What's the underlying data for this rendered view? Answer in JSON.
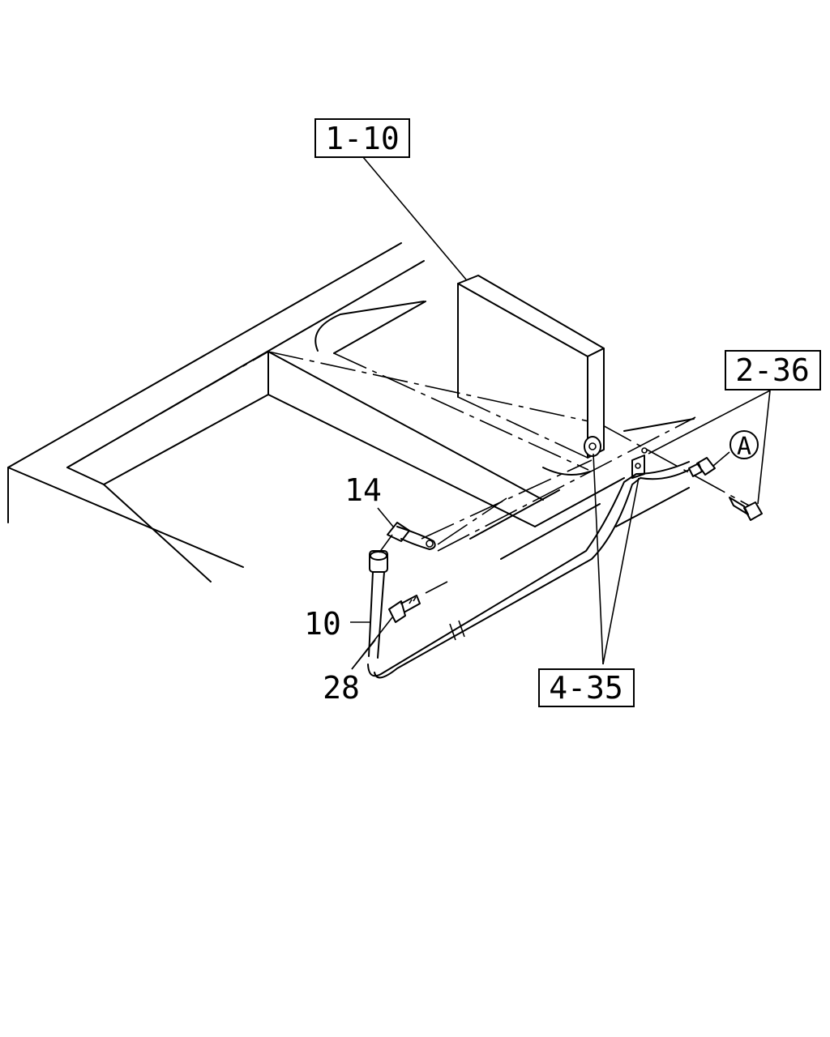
{
  "callouts": {
    "box_1_10": "1-10",
    "box_2_36": "2-36",
    "box_4_35": "4-35",
    "num_14": "14",
    "num_10": "10",
    "num_28": "28",
    "circle_a": "A"
  },
  "colors": {
    "line": "#000000",
    "background": "#ffffff"
  }
}
